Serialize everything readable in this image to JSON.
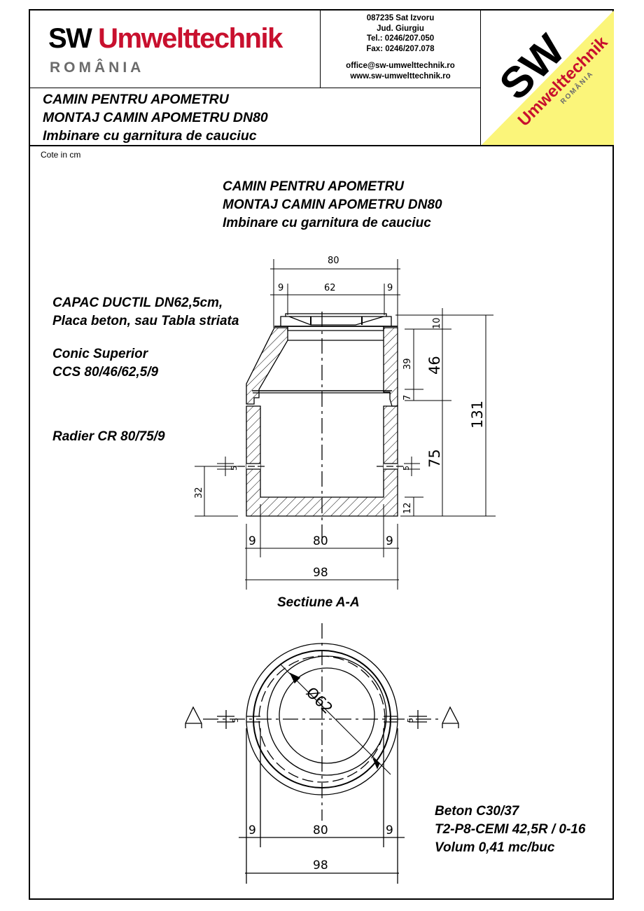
{
  "header": {
    "logo": {
      "brand_black": "SW",
      "brand_red": "Umwelttechnik",
      "country": "ROMÂNIA"
    },
    "contact": {
      "address_line1": "087235 Sat Izvoru",
      "address_line2": "Jud. Giurgiu",
      "phone": "Tel.: 0246/207.050",
      "fax": "Fax: 0246/207.078",
      "email": "office@sw-umwelttechnik.ro",
      "website": "www.sw-umwelttechnik.ro"
    },
    "corner_logo": {
      "sw": "SW",
      "brand": "Umwelttechnik",
      "country": "ROMÂNIA",
      "accent_color": "#fbf57a",
      "brand_color": "#c8102e"
    },
    "title_lines": [
      "CAMIN PENTRU APOMETRU",
      "MONTAJ CAMIN APOMETRU DN80",
      "Imbinare cu garnitura de cauciuc"
    ]
  },
  "units_note": "Cote in cm",
  "drawing": {
    "title_lines": [
      "CAMIN PENTRU APOMETRU",
      "MONTAJ CAMIN APOMETRU DN80",
      "Imbinare cu garnitura de cauciuc"
    ],
    "component_labels": {
      "cover_line1": "CAPAC DUCTIL DN62,5cm,",
      "cover_line2": "Placa beton, sau Tabla striata",
      "cone_line1": "Conic Superior",
      "cone_line2": "CCS 80/46/62,5/9",
      "base": "Radier CR 80/75/9"
    },
    "elevation_dimensions": {
      "top_overall": "80",
      "top_left_wall": "9",
      "top_opening": "62",
      "top_right_wall": "9",
      "cover_height": "10",
      "cone_inner": "39",
      "cone_joint": "7",
      "cone_total": "46",
      "base_height": "75",
      "base_floor": "12",
      "total_height": "131",
      "pipe_opening_left": "5",
      "pipe_opening_right": "5",
      "pipe_axis_height": "32",
      "bottom_left_wall": "9",
      "bottom_inner": "80",
      "bottom_right_wall": "9",
      "bottom_overall": "98"
    },
    "section_title": "Sectiune A-A",
    "plan_dimensions": {
      "diameter": "Ø62",
      "pipe_opening_left": "5",
      "pipe_opening_right": "5",
      "section_mark_left": "A",
      "section_mark_right": "A",
      "left_wall": "9",
      "inner": "80",
      "right_wall": "9",
      "overall": "98"
    },
    "specs": [
      "Beton C30/37",
      "T2-P8-CEMI 42,5R / 0-16",
      "Volum 0,41 mc/buc"
    ]
  }
}
